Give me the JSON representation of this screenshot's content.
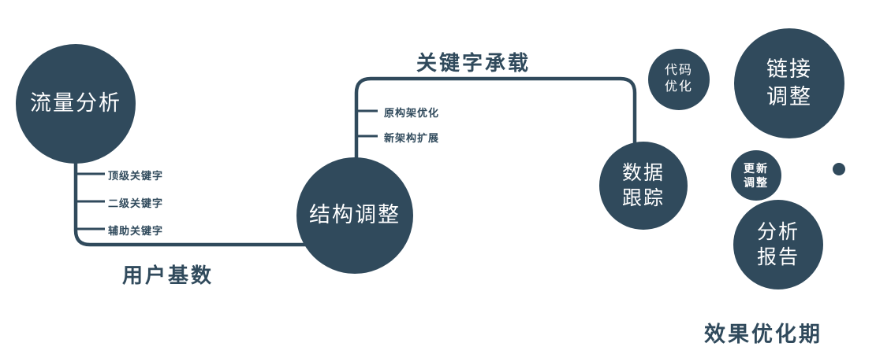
{
  "colors": {
    "primary": "#304a5c",
    "text": "#304a5c",
    "white": "#ffffff"
  },
  "diagram": {
    "nodes": {
      "traffic_analysis": {
        "label": "流量分析"
      },
      "structure_adjust": {
        "label": "结构调整"
      },
      "data_tracking": {
        "label": "数据\n跟踪"
      },
      "code_optimize": {
        "label": "代码\n优化"
      },
      "link_adjust": {
        "label": "链接\n调整"
      },
      "update_adjust": {
        "label": "更新\n调整"
      },
      "analysis_report": {
        "label": "分析\n报告"
      }
    },
    "edge_labels": {
      "user_base": "用户基数",
      "keyword_carry": "关键字承载"
    },
    "branches": {
      "traffic": [
        "顶级关键字",
        "二级关键字",
        "辅助关键字"
      ],
      "structure": [
        "原构架优化",
        "新架构扩展"
      ]
    },
    "footer": "效果优化期"
  }
}
